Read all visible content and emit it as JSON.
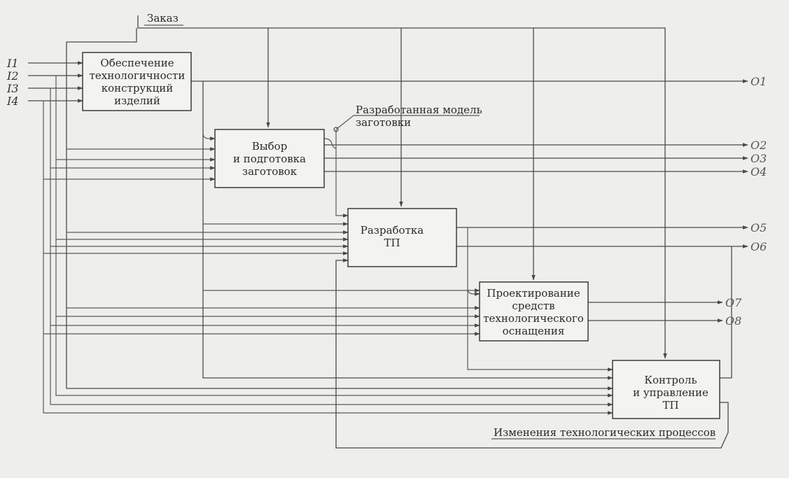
{
  "inputs": [
    "I1",
    "I2",
    "I3",
    "I4"
  ],
  "control_label": "Заказ",
  "blocks": [
    {
      "lines": [
        "Обеспечение",
        "технологичности",
        "конструкций",
        "изделий"
      ]
    },
    {
      "lines": [
        "Выбор",
        "и подготовка",
        "заготовок"
      ]
    },
    {
      "lines": [
        "Разработка",
        "ТП"
      ]
    },
    {
      "lines": [
        "Проектирование",
        "средств",
        "технологического",
        "оснащения"
      ]
    },
    {
      "lines": [
        "Контроль",
        "и управление",
        "ТП"
      ]
    }
  ],
  "annotations": {
    "model_line1": "Разработанная модель",
    "model_line2": "заготовки",
    "feedback": "Изменения технологических процессов"
  },
  "outputs": [
    "O1",
    "O2",
    "O3",
    "O4",
    "O5",
    "O6",
    "O7",
    "O8"
  ],
  "colors": {
    "background": "#eeeeea",
    "line": "#4a4a4a",
    "box_fill": "#f3f3ef"
  }
}
